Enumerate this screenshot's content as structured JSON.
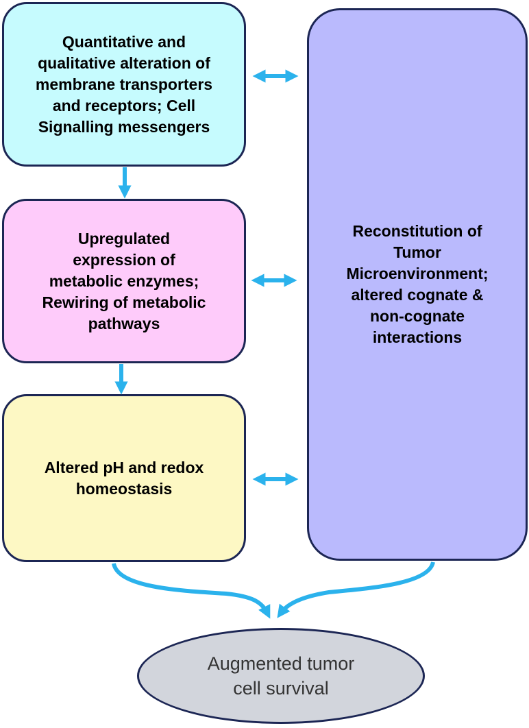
{
  "boxes": {
    "transporters": "Quantitative and\nqualitative alteration of\nmembrane transporters\nand receptors; Cell\nSignalling messengers",
    "enzymes": "Upregulated\nexpression of\nmetabolic enzymes;\nRewiring   of metabolic\npathways",
    "ph": "Altered pH and redox\nhomeostasis",
    "tme": "Reconstitution of\nTumor\nMicroenvironment;\naltered cognate &\nnon-cognate\ninteractions"
  },
  "outcome": "Augmented tumor\ncell survival",
  "colors": {
    "arrow": "#2bb2ec",
    "box_border": "#1c2654",
    "transporters_fill": "#c6fbfe",
    "enzymes_fill": "#fecbfa",
    "ph_fill": "#fdf8c4",
    "tme_fill": "#babafd",
    "outcome_fill": "#d2d5dc"
  }
}
